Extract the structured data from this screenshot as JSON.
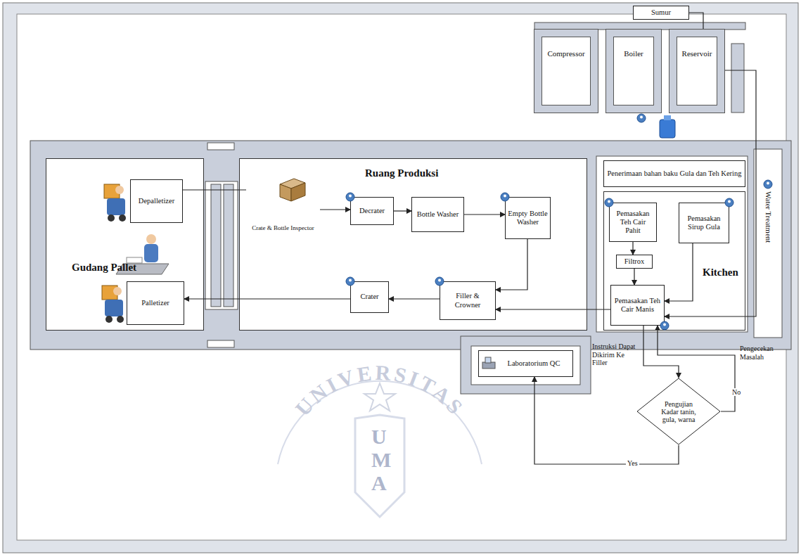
{
  "diagram": {
    "nodes": [
      {
        "text": [
          "Sumur"
        ]
      },
      {
        "text": [
          "Compressor"
        ]
      },
      {
        "text": [
          "Boiler"
        ]
      },
      {
        "text": [
          "Reservoir"
        ]
      },
      {
        "text": [
          "Gudang Pallet"
        ]
      },
      {
        "text": [
          "Depalletizer"
        ],
        "in": 4
      },
      {
        "text": [
          "Palletizer"
        ],
        "in": 4
      },
      {
        "text": [
          "Ruang Produksi"
        ]
      },
      {
        "text": [
          "Crate & Bottle Inspector"
        ],
        "in": 7
      },
      {
        "text": [
          "Decrater"
        ],
        "in": 7
      },
      {
        "text": [
          "Bottle Washer"
        ],
        "in": 7
      },
      {
        "text": [
          "Empty Bottle Washer"
        ],
        "in": 7
      },
      {
        "text": [
          "Filler & Crowner"
        ],
        "in": 7
      },
      {
        "text": [
          "Crater"
        ],
        "in": 7
      },
      {
        "text": [
          "Penerimaan bahan baku Gula dan Teh Kering"
        ]
      },
      {
        "text": [
          "Kitchen"
        ]
      },
      {
        "text": [
          "Pemasakan Teh Cair Pahit"
        ],
        "in": 15
      },
      {
        "text": [
          "Pemasakan Sirup Gula"
        ],
        "in": 15
      },
      {
        "text": [
          "Filtrox"
        ],
        "in": 15
      },
      {
        "text": [
          "Pemasakan Teh Cair Manis"
        ],
        "in": 15
      },
      {
        "text": [
          "Laboratorium QC"
        ]
      },
      {
        "text": [
          "Pengujian Kadar tanin, gula, warna"
        ]
      }
    ],
    "edges": [
      {
        "from": 0,
        "to": 3,
        "arrow": "none"
      },
      {
        "from": 5,
        "to": 8,
        "arrow": "none"
      },
      {
        "from": 8,
        "to": 9,
        "arrow": "to"
      },
      {
        "from": 9,
        "to": 10,
        "arrow": "to"
      },
      {
        "from": 10,
        "to": 11,
        "arrow": "to"
      },
      {
        "from": 11,
        "to": 12,
        "arrow": "to"
      },
      {
        "from": 12,
        "to": 13,
        "arrow": "to"
      },
      {
        "from": 13,
        "to": 6,
        "arrow": "to"
      },
      {
        "from": 16,
        "to": 18,
        "arrow": "to"
      },
      {
        "from": 18,
        "to": 19,
        "arrow": "to"
      },
      {
        "from": 17,
        "to": 19,
        "arrow": "to"
      },
      {
        "from": 19,
        "to": 12,
        "arrow": "to"
      },
      {
        "from": 3,
        "to": 19,
        "arrow": "to"
      },
      {
        "from": 19,
        "to": 21,
        "arrow": "to"
      },
      {
        "from": 21,
        "to": 20,
        "label": "Yes",
        "arrow": "to"
      },
      {
        "from": 21,
        "to": 19,
        "label": "No",
        "arrow": "to"
      }
    ],
    "labels": [
      "Water Treatment",
      "Instruksi Dapat Dikirim Ke Filler",
      "Pengecekan Masalah",
      "UNIVERSITAS",
      "UMA"
    ]
  }
}
